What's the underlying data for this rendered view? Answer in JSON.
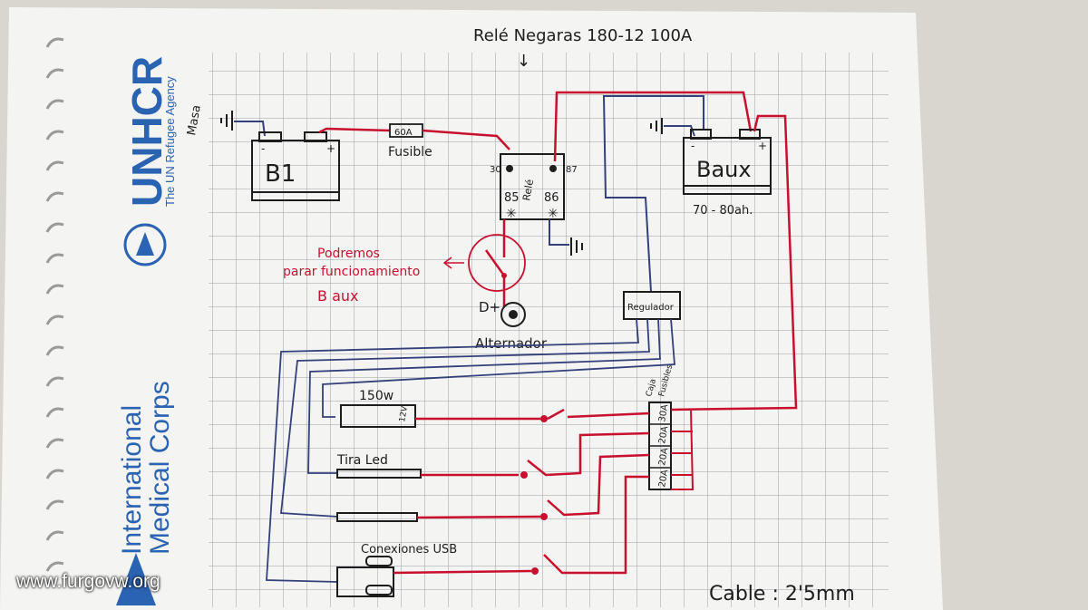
{
  "diagram": {
    "relay_note": "Relé Negaras 180-12   100A",
    "arrow": "↓",
    "masa": "Masa",
    "fuse": "60A",
    "fuse_label": "Fusible",
    "b1": "B1",
    "baux": "Baux",
    "baux_capacity": "70 - 80ah.",
    "relay_pins": {
      "p30": "30",
      "p87": "87",
      "p85": "85",
      "p86": "86",
      "rele": "Relé"
    },
    "red_note_l1": "Podremos",
    "red_note_l2": "parar funcionamiento",
    "red_note_l3": "B aux",
    "dplus": "D+",
    "alternator": "Alternador",
    "regulator": "Regulador",
    "fusebox_label_1": "Caja",
    "fusebox_label_2": "Fusibles",
    "fuses": [
      "30A",
      "20A",
      "20A",
      "20A"
    ],
    "load_150w": "150w",
    "load_12v": "12V",
    "load_led": "Tira Led",
    "load_usb": "Conexiones USB",
    "cable_note": "Cable : 2'5mm",
    "colors": {
      "red": "#c8102e",
      "blue": "#34407a",
      "ink": "#1d1d1d",
      "grid": "#9aa0a8",
      "logo": "#2b63b3"
    }
  },
  "logos": {
    "unhcr": "UNHCR",
    "unhcr_sub": "The UN Refugee Agency",
    "imc_1": "International",
    "imc_2": "Medical Corps"
  },
  "watermark": "www.furgovw.org"
}
